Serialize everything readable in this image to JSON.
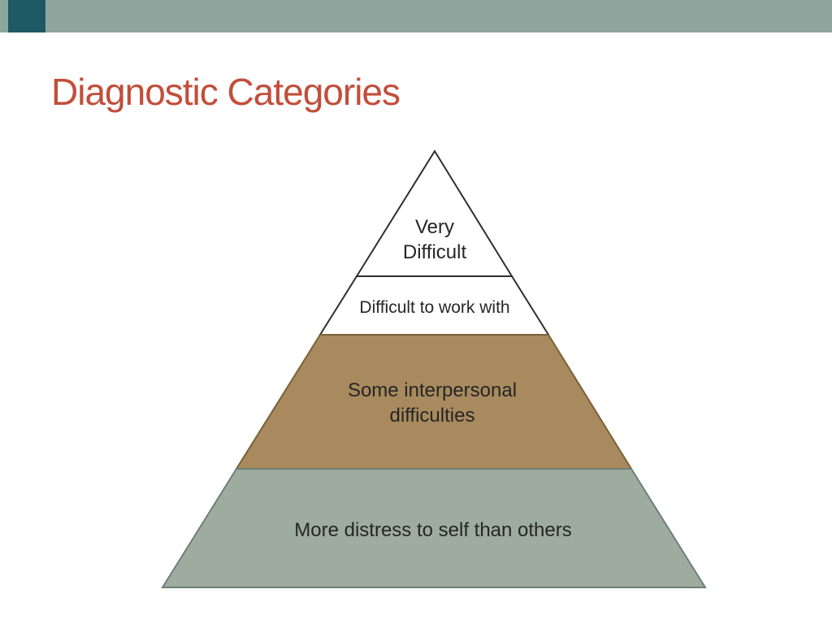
{
  "slide": {
    "title": "Diagnostic Categories",
    "title_color": "#c24e3a",
    "header_band_color": "#8ea69e",
    "header_accent_color": "#1d5a64",
    "background_color": "#ffffff"
  },
  "pyramid": {
    "text_color": "#262626",
    "layers": [
      {
        "label": "Very\nDifficult",
        "fill": "#ffffff",
        "stroke": "#2f2f2f"
      },
      {
        "label": "Difficult to work with",
        "fill": "#ffffff",
        "stroke": "#2f2f2f"
      },
      {
        "label": "Some interpersonal\ndifficulties",
        "fill": "#a88a5e",
        "stroke": "#7a6138"
      },
      {
        "label": "More distress to self than others",
        "fill": "#9dac9f",
        "stroke": "#6f7f77"
      }
    ]
  }
}
